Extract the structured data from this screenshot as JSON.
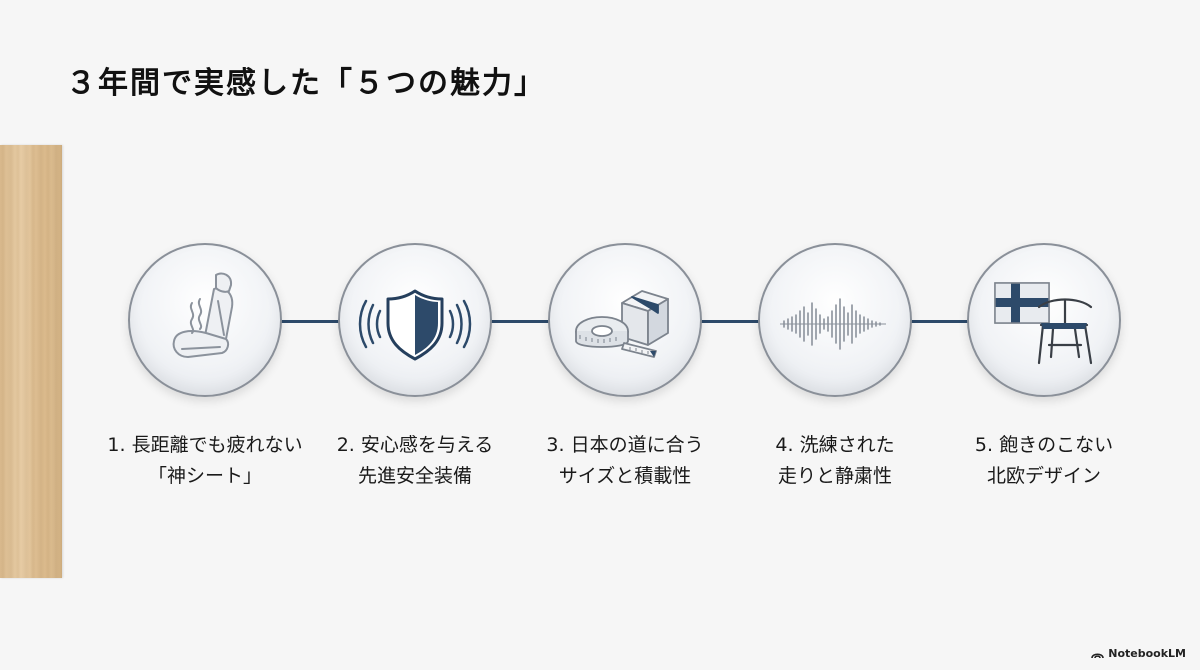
{
  "title": "３年間で実感した「５つの魅力」",
  "accent_color": "#2d4a6a",
  "items": [
    {
      "icon": "car-seat-icon",
      "line1": "1. 長距離でも疲れない",
      "line2": "「神シート」"
    },
    {
      "icon": "shield-signal-icon",
      "line1": "2. 安心感を与える",
      "line2": "先進安全装備"
    },
    {
      "icon": "tape-measure-box-icon",
      "line1": "3. 日本の道に合う",
      "line2": "サイズと積載性"
    },
    {
      "icon": "sound-wave-icon",
      "line1": "4. 洗練された",
      "line2": "走りと静粛性"
    },
    {
      "icon": "nordic-flag-chair-icon",
      "line1": "5. 飽きのこない",
      "line2": "北欧デザイン"
    }
  ],
  "footer": {
    "brand": "NotebookLM"
  }
}
